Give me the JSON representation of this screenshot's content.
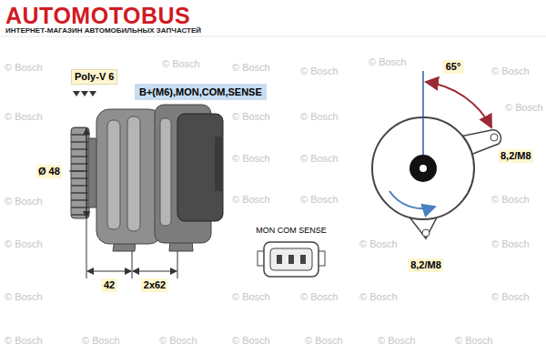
{
  "diagram": {
    "nodes": [
      {
        "text": [
          "B+(M6),MON,COM,SENSE"
        ]
      }
    ],
    "edges": [],
    "labels": [
      "AUTOMOTOBUS",
      "ИНТЕРНЕТ-МАГАЗИН АВТОМОБИЛЬНЫХ ЗАПЧАСТЕЙ",
      "Poly-V 6",
      "Ø 48",
      "42",
      "2x62",
      "MON COM SENSE",
      "65°",
      "8,2/M8",
      "8,2/M8",
      "© Bosch",
      "© Bosch",
      "© Bosch",
      "© Bosch",
      "© Bosch",
      "© Bosch",
      "© Bosch",
      "© Bosch",
      "© Bosch",
      "© Bosch",
      "© Bosch",
      "© Bosch",
      "© Bosch",
      "© Bosch",
      "© Bosch",
      "© Bosch",
      "© Bosch",
      "© Bosch",
      "© Bosch",
      "© Bosch",
      "© Bosch",
      "© Bosch",
      "© Bosch",
      "© Bosch",
      "© Bosch",
      "© Bosch",
      "© Bosch",
      "© Bosch",
      "© Bosch",
      "© Bosch",
      "© Bosch"
    ]
  }
}
